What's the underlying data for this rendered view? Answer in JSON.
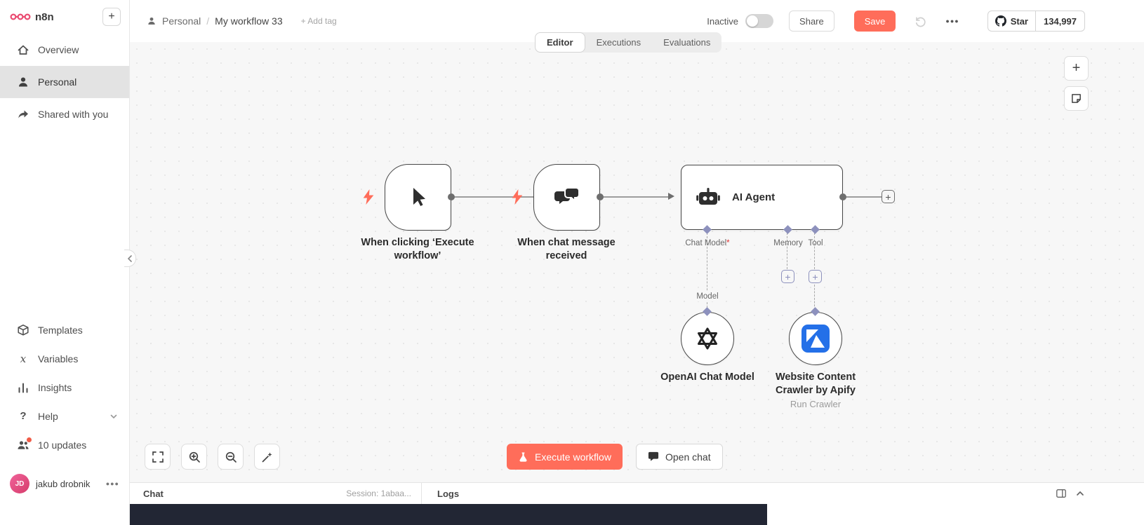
{
  "colors": {
    "brand_pink": "#ea4b71",
    "accent_orange": "#ff6d5a",
    "node_border": "#474747",
    "port_purple": "#8d91bd"
  },
  "icons": {
    "plus": "+",
    "help": "?",
    "ellipsis": "●●●",
    "variables": "x"
  },
  "sidebar": {
    "logo_text": "n8n",
    "items": {
      "overview": "Overview",
      "personal": "Personal",
      "shared": "Shared with you",
      "templates": "Templates",
      "variables": "Variables",
      "insights": "Insights",
      "help": "Help",
      "updates": "10 updates"
    },
    "user": {
      "name": "jakub drobnik",
      "initials": "JD"
    }
  },
  "header": {
    "breadcrumb": {
      "project": "Personal",
      "separator": "/",
      "workflow_name": "My workflow 33",
      "add_tag_label": "+ Add tag"
    },
    "tabs": {
      "editor": "Editor",
      "executions": "Executions",
      "evaluations": "Evaluations"
    },
    "activation_label": "Inactive",
    "share_label": "Share",
    "save_label": "Save",
    "github": {
      "star_label": "Star",
      "star_count": "134,997"
    }
  },
  "canvas": {
    "trigger_manual": {
      "label": "When clicking ‘Execute workflow’"
    },
    "trigger_chat": {
      "label": "When chat message received"
    },
    "ai_agent": {
      "title": "AI Agent",
      "ports": {
        "chat_model": "Chat Model",
        "required_marker": "*",
        "memory": "Memory",
        "tool": "Tool"
      }
    },
    "openai": {
      "input_label": "Model",
      "label": "OpenAI Chat Model"
    },
    "apify": {
      "label": "Website Content Crawler by Apify",
      "sublabel": "Run Crawler"
    },
    "execute_button": "Execute workflow",
    "open_chat_button": "Open chat"
  },
  "bottom_panel": {
    "chat_tab": "Chat",
    "session": "Session: 1abaa...",
    "logs_tab": "Logs"
  }
}
